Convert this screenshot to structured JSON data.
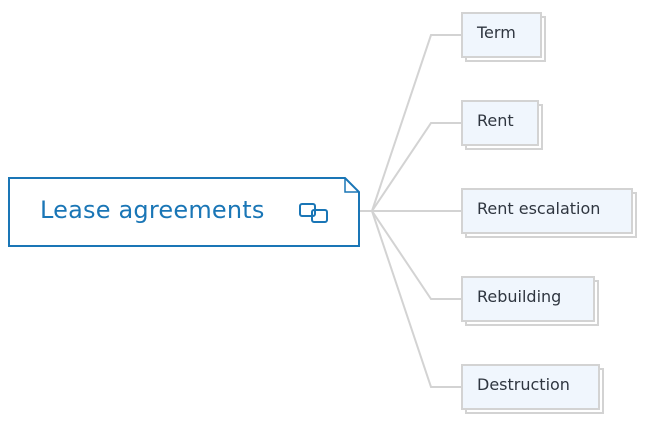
{
  "diagram": {
    "type": "mind-map",
    "root": {
      "label": "Lease agreements",
      "icon": "linked-topic-icon"
    },
    "children": [
      {
        "label": "Term"
      },
      {
        "label": "Rent"
      },
      {
        "label": "Rent escalation"
      },
      {
        "label": "Rebuilding"
      },
      {
        "label": "Destruction"
      }
    ],
    "colors": {
      "root_border": "#1a76b6",
      "root_text": "#1a76b6",
      "connector": "#d3d3d3",
      "child_fill": "#f0f6fd",
      "child_border": "#d3d3d3",
      "child_text": "#2f3640"
    }
  }
}
